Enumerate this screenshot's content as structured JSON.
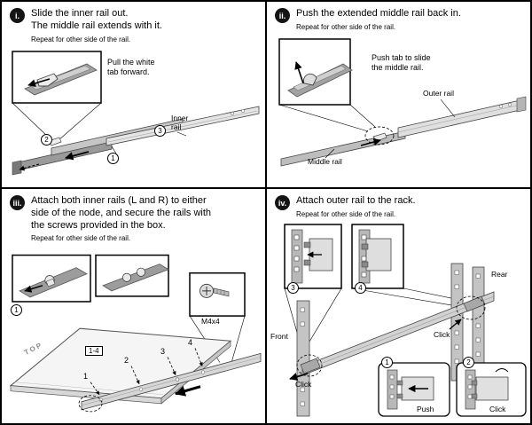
{
  "colors": {
    "page_bg": "#ffffff",
    "line": "#000000",
    "badge_bg": "#141414",
    "badge_text": "#ffffff",
    "rail_dark": "#9a9a9a",
    "rail_mid": "#c6c6c6",
    "rail_light": "#e5e5e5"
  },
  "steps": {
    "i": {
      "badge": "i.",
      "title": "Slide the inner rail out.\nThe middle rail extends with it.",
      "subtitle": "Repeat for other side of the rail.",
      "inset_note": "Pull the white\ntab forward.",
      "inner_rail_label": "Inner\nrail",
      "callouts": {
        "c1": "1",
        "c2": "2",
        "c3": "3"
      }
    },
    "ii": {
      "badge": "ii.",
      "title": "Push the extended middle rail back in.",
      "subtitle": "Repeat for other side of the rail.",
      "inset_note": "Push tab to slide\nthe middle rail.",
      "outer_rail_label": "Outer rail",
      "middle_rail_label": "Middle rail"
    },
    "iii": {
      "badge": "iii.",
      "title": "Attach both inner rails (L and R) to either\nside of the node, and secure the rails with\nthe screws provided in the box.",
      "subtitle": "Repeat for other side of the rail.",
      "screw_label": "M4x4",
      "top_label": "TOP",
      "range_label": "1-4",
      "positions": {
        "p1": "1",
        "p2": "2",
        "p3": "3",
        "p4": "4"
      },
      "callouts": {
        "c1": "1"
      }
    },
    "iv": {
      "badge": "iv.",
      "title": "Attach outer rail to the rack.",
      "subtitle": "Repeat for other side of the rail.",
      "front_label": "Front",
      "rear_label": "Rear",
      "click_rear_label": "Click",
      "click_front_label": "Click",
      "push_detail_label": "Push",
      "click_detail_label": "Click",
      "callouts": {
        "c1": "1",
        "c2": "2",
        "c3": "3",
        "c4": "4"
      }
    }
  }
}
